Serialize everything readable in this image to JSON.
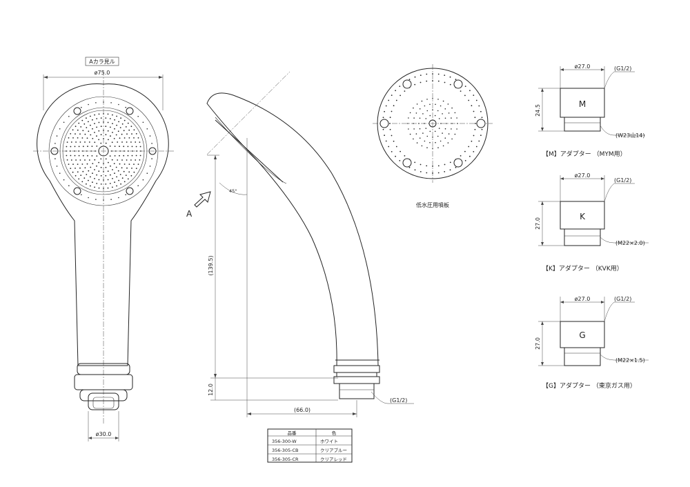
{
  "front_view": {
    "view_label": "Aカラ見ル",
    "head_diameter": "ø75.0",
    "base_diameter": "ø30.0"
  },
  "side_view": {
    "view_letter": "A",
    "angle": "45°",
    "height_dim": "(139.5)",
    "bottom_dim": "12.0",
    "width_dim": "(66.0)",
    "thread_label": "(G1/2)"
  },
  "low_pressure_plate": {
    "caption": "低水圧用噴板"
  },
  "adapters": [
    {
      "diameter": "ø27.0",
      "thread_top": "(G1/2)",
      "letter": "M",
      "height": "24.5",
      "thread_bottom": "(W23山14)",
      "caption": "【M】アダプター （MYM用）"
    },
    {
      "diameter": "ø27.0",
      "thread_top": "(G1/2)",
      "letter": "K",
      "height": "27.0",
      "thread_bottom": "(M22×2.0)",
      "caption": "【K】アダプター （KVK用）"
    },
    {
      "diameter": "ø27.0",
      "thread_top": "(G1/2)",
      "letter": "G",
      "height": "27.0",
      "thread_bottom": "(M22×1.5)",
      "caption": "【G】アダプター （東京ガス用）"
    }
  ],
  "product_table": {
    "headers": [
      "品番",
      "色"
    ],
    "rows": [
      [
        "356-300-W",
        "ホワイト"
      ],
      [
        "356-305-CB",
        "クリアブルー"
      ],
      [
        "356-305-CR",
        "クリアレッド"
      ]
    ]
  }
}
